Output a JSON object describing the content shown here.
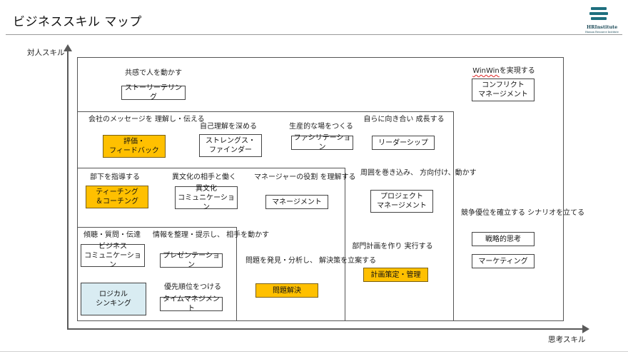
{
  "title": "ビジネススキル マップ",
  "logo": {
    "name": "HRInstitute",
    "tagline": "Human Resource Institute"
  },
  "axes": {
    "y_label": "対人スキル",
    "x_label": "思考スキル"
  },
  "skills": {
    "story": {
      "caption": "共感で人を動かす",
      "label": "ストーリーテリング"
    },
    "conflict": {
      "caption_highlight": "WinWin",
      "caption_rest": "を実現する",
      "label": "コンフリクト\nマネージメント"
    },
    "evaluation": {
      "caption": "会社のメッセージを\n理解し・伝える",
      "label": "評価・\nフィードバック"
    },
    "strengths": {
      "caption": "自己理解を深める",
      "label": "ストレングス・\nファインダー"
    },
    "facilitation": {
      "caption": "生産的な場をつくる",
      "label": "ファシリテーション"
    },
    "leadership": {
      "caption": "自らに向き合い\n成長する",
      "label": "リーダーシップ"
    },
    "teaching": {
      "caption": "部下を指導する",
      "label": "ティーチング\n＆コーチング"
    },
    "intercultural": {
      "caption": "異文化の相手と働く",
      "label": "異文化\nコミュニケーション"
    },
    "management": {
      "caption": "マネージャーの役割\nを理解する",
      "label": "マネージメント"
    },
    "project": {
      "caption": "周囲を巻き込み、\n方向付け、動かす",
      "label": "プロジェクト\nマネージメント"
    },
    "strategy": {
      "caption": "競争優位を確立する\nシナリオを立てる",
      "label": "戦略的思考"
    },
    "marketing": {
      "label": "マーケティング"
    },
    "business_comm": {
      "caption": "傾聴・質問・伝達",
      "label": "ビジネス\nコミュニケーション"
    },
    "presentation": {
      "caption": "情報を整理・提示し、\n相手を動かす",
      "label": "プレゼンテーション"
    },
    "planning": {
      "caption": "部門計画を作り\n実行する",
      "label": "計画策定・管理"
    },
    "problem": {
      "caption": "問題を発見・分析し、\n解決策を立案する",
      "label": "問題解決"
    },
    "logical": {
      "label": "ロジカル\nシンキング"
    },
    "time": {
      "caption": "優先順位をつける",
      "label": "タイムマネジメント"
    }
  },
  "colors": {
    "orange": "#ffc000",
    "blue": "#d9ecf2",
    "axis": "#5a5a5a"
  }
}
